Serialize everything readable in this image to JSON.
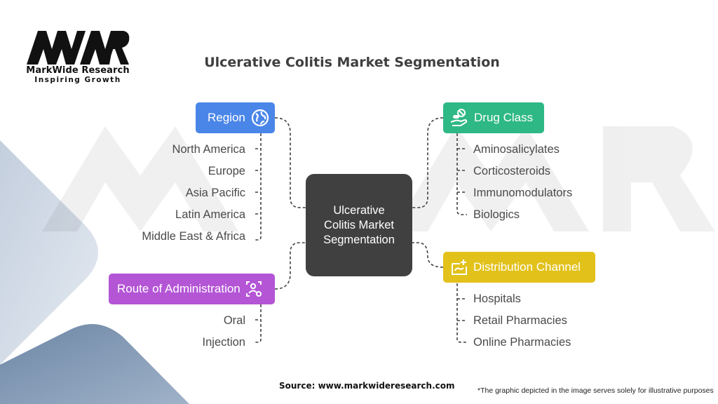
{
  "logo": {
    "name": "MarkWide Research",
    "tagline": "Inspiring Growth"
  },
  "title": "Ulcerative Colitis Market Segmentation",
  "center": "Ulcerative Colitis Market Segmentation",
  "segments": {
    "region": {
      "label": "Region",
      "color": "#4a86e8",
      "icon": "globe-icon",
      "items": [
        "North America",
        "Europe",
        "Asia Pacific",
        "Latin America",
        "Middle East & Africa"
      ]
    },
    "drug_class": {
      "label": "Drug Class",
      "color": "#2eb886",
      "icon": "pills-hand-icon",
      "items": [
        "Aminosalicylates",
        "Corticosteroids",
        "Immunomodulators",
        "Biologics"
      ]
    },
    "route": {
      "label": "Route of Administration",
      "color": "#b455d6",
      "icon": "route-person-icon",
      "items": [
        "Oral",
        "Injection"
      ]
    },
    "distribution": {
      "label": "Distribution Channel",
      "color": "#e2c11a",
      "icon": "clinic-icon",
      "items": [
        "Hospitals",
        "Retail Pharmacies",
        "Online Pharmacies"
      ]
    }
  },
  "footer": {
    "source": "Source: www.markwideresearch.com",
    "disclaimer": "*The graphic depicted in the image serves solely for illustrative purposes"
  }
}
